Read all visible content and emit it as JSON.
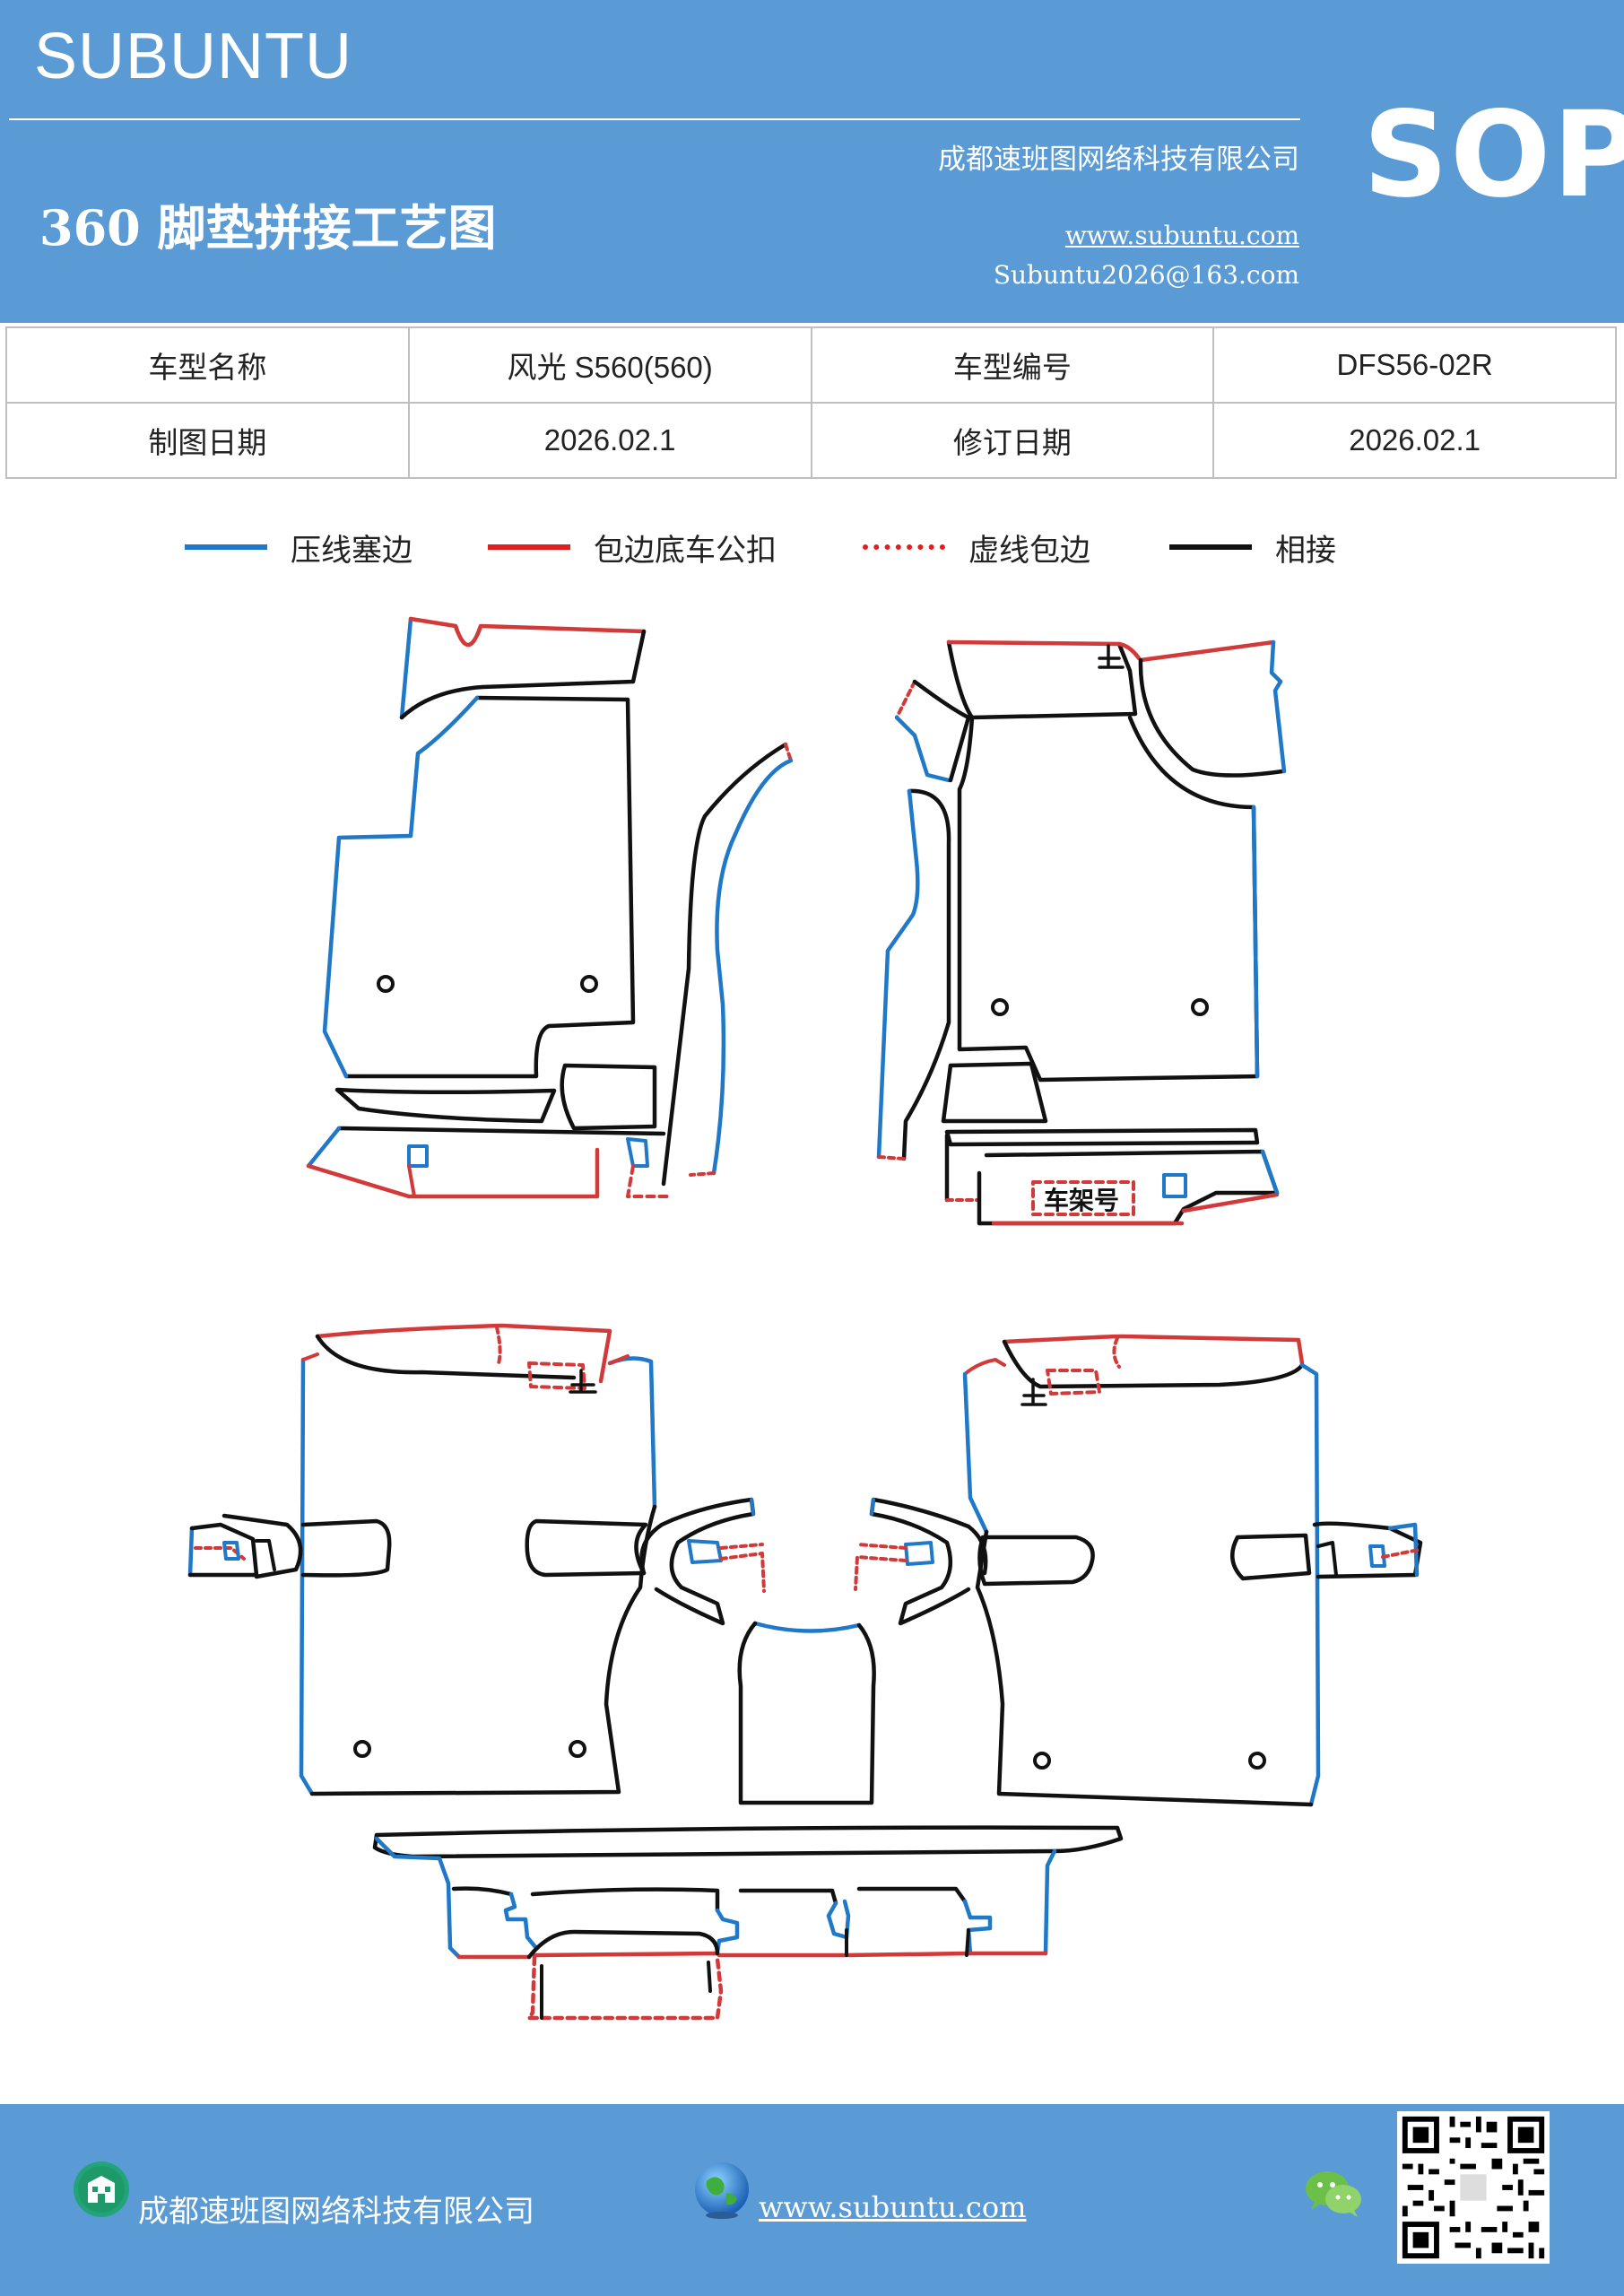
{
  "header": {
    "brand": "SUBUNTU",
    "company": "成都速班图网络科技有限公司",
    "title": "360 脚垫拼接工艺图",
    "website": "www.subuntu.com",
    "email": "Subuntu2026@163.com",
    "badge": "SOP"
  },
  "info_table": {
    "rows": [
      [
        "车型名称",
        "风光 S560(560)",
        "车型编号",
        "DFS56-02R"
      ],
      [
        "制图日期",
        "2026.02.1",
        "修订日期",
        "2026.02.1"
      ]
    ]
  },
  "legend": {
    "items": [
      {
        "label": "压线塞边",
        "color": "#1f78c8",
        "style": "solid"
      },
      {
        "label": "包边底车公扣",
        "color": "#e02020",
        "style": "solid"
      },
      {
        "label": "虚线包边",
        "color": "#e02020",
        "style": "dotted"
      },
      {
        "label": "相接",
        "color": "#111111",
        "style": "solid"
      }
    ]
  },
  "drawing": {
    "frame_label": "车架号",
    "colors": {
      "blue": "#1f78c8",
      "red": "#d23a3a",
      "black": "#111111"
    }
  },
  "footer": {
    "company": "成都速班图网络科技有限公司",
    "website": "www.subuntu.com"
  }
}
